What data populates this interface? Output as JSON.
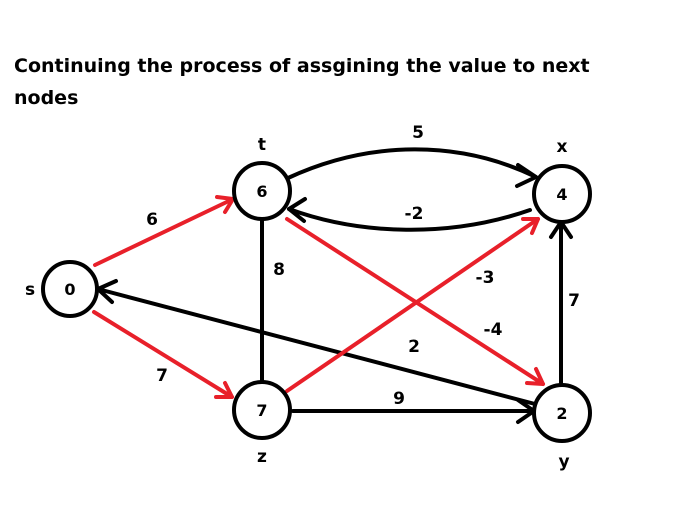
{
  "title": "Continuing the process of assgining the value to next nodes",
  "colors": {
    "black_edge": "#000000",
    "red_edge": "#e8202a"
  },
  "nodes": {
    "s": {
      "name": "s",
      "value": "0"
    },
    "t": {
      "name": "t",
      "value": "6"
    },
    "x": {
      "name": "x",
      "value": "4"
    },
    "z": {
      "name": "z",
      "value": "7"
    },
    "y": {
      "name": "y",
      "value": "2"
    }
  },
  "edges": {
    "s_t": {
      "from": "s",
      "to": "t",
      "weight": "6",
      "color": "red"
    },
    "s_z": {
      "from": "s",
      "to": "z",
      "weight": "7",
      "color": "red"
    },
    "t_x": {
      "from": "t",
      "to": "x",
      "weight": "5",
      "color": "black"
    },
    "x_t": {
      "from": "x",
      "to": "t",
      "weight": "-2",
      "color": "black"
    },
    "t_z": {
      "from": "t",
      "to": "z",
      "weight": "8",
      "color": "black"
    },
    "z_x": {
      "from": "z",
      "to": "x",
      "weight": "-3",
      "color": "red"
    },
    "t_y": {
      "from": "t",
      "to": "y",
      "weight": "-4",
      "color": "red"
    },
    "y_s": {
      "from": "y",
      "to": "s",
      "weight": "2",
      "color": "black"
    },
    "z_y": {
      "from": "z",
      "to": "y",
      "weight": "9",
      "color": "black"
    },
    "y_x": {
      "from": "y",
      "to": "x",
      "weight": "7",
      "color": "black"
    }
  }
}
